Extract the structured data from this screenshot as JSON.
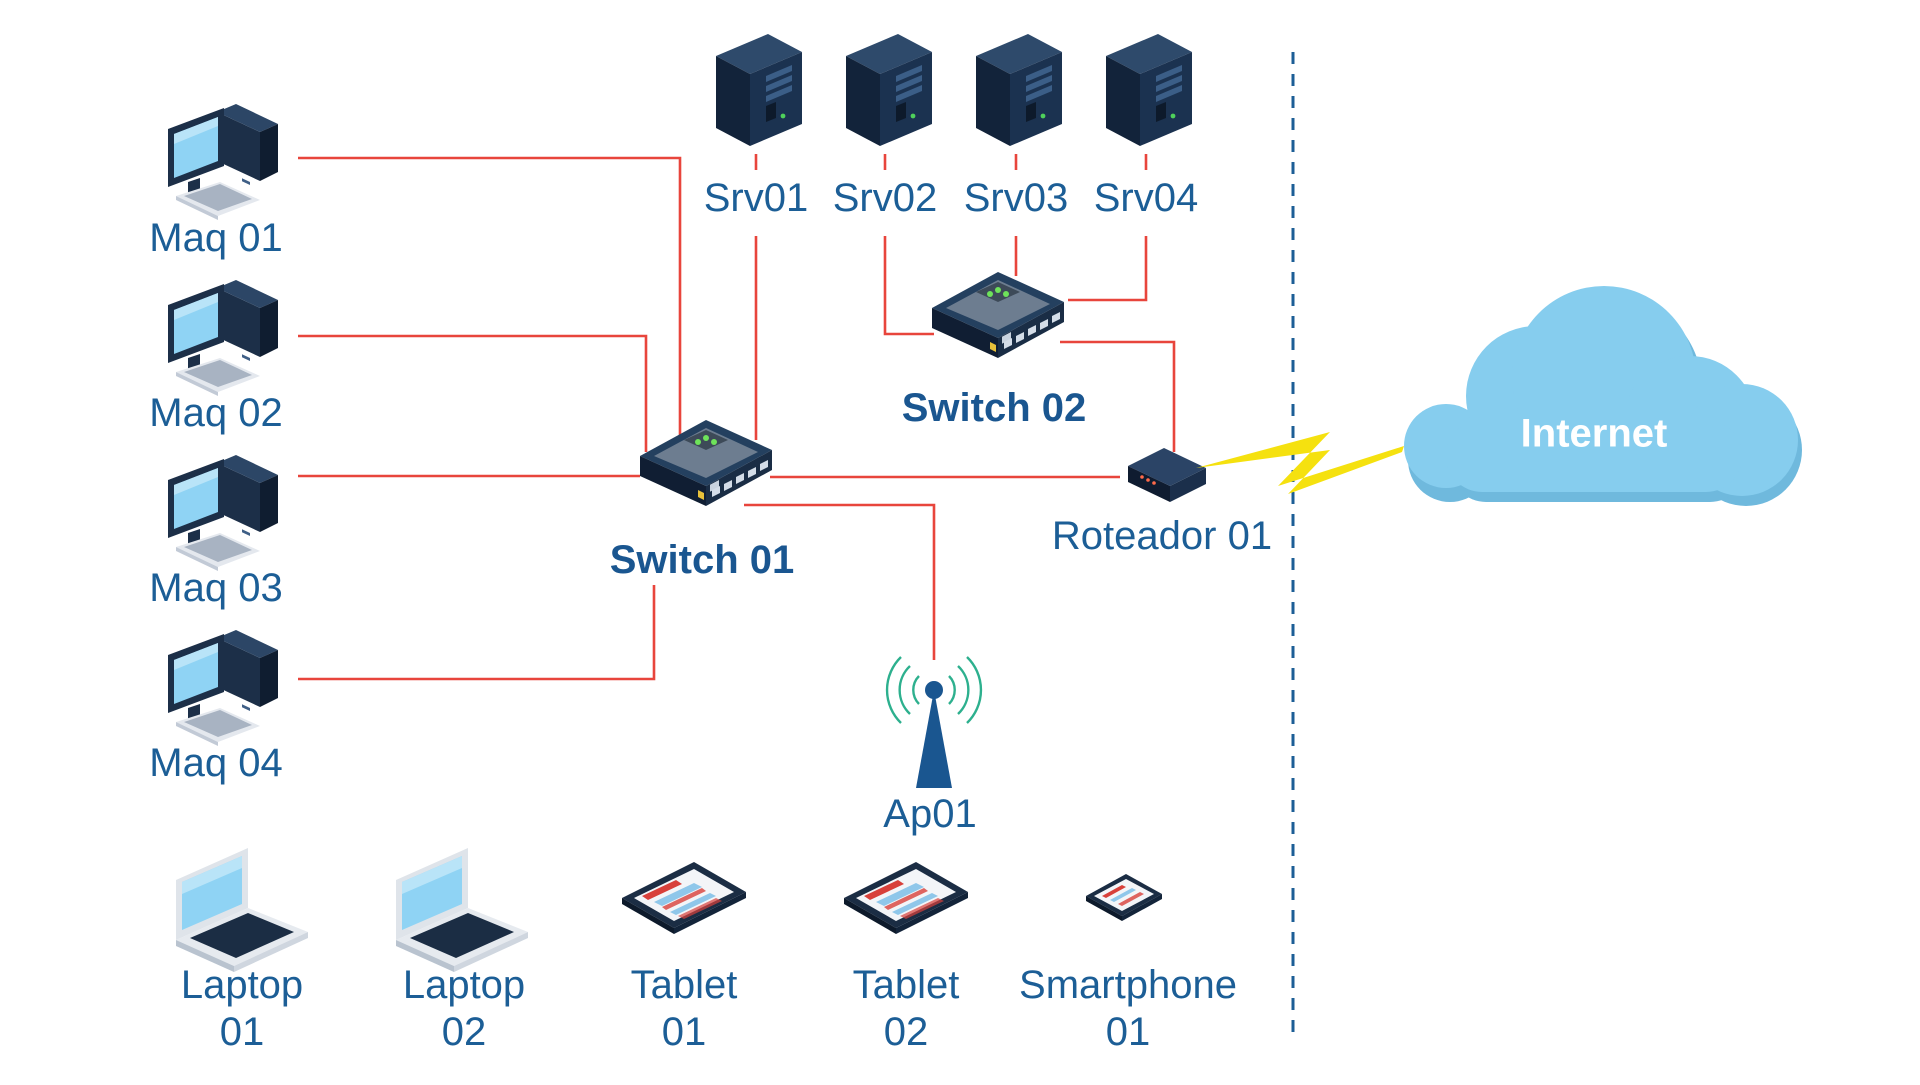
{
  "labels": {
    "maq01": "Maq 01",
    "maq02": "Maq 02",
    "maq03": "Maq 03",
    "maq04": "Maq 04",
    "srv01": "Srv01",
    "srv02": "Srv02",
    "srv03": "Srv03",
    "srv04": "Srv04",
    "switch01": "Switch 01",
    "switch02": "Switch 02",
    "router": "Roteador 01",
    "ap": "Ap01",
    "internet": "Internet",
    "laptop01": [
      "Laptop",
      "01"
    ],
    "laptop02": [
      "Laptop",
      "02"
    ],
    "tablet01": [
      "Tablet",
      "01"
    ],
    "tablet02": [
      "Tablet",
      "02"
    ],
    "smartphone01": [
      "Smartphone",
      "01"
    ]
  },
  "icons": {
    "desktop": "desktop-computer-icon",
    "server": "tower-server-icon",
    "switch": "network-switch-icon",
    "router": "router-icon",
    "ap": "wireless-access-point-icon",
    "cloud": "cloud-icon",
    "laptop": "laptop-icon",
    "tablet": "tablet-icon",
    "phone": "smartphone-icon",
    "bolt": "lightning-bolt-icon"
  },
  "colors": {
    "link": "#e8453c",
    "label": "#1c5e96",
    "cloud": "#86cdee",
    "bolt": "#f5e10f",
    "device_dark": "#1a2d45",
    "screen": "#8fd3f4",
    "boundary": "#1c5e96"
  }
}
